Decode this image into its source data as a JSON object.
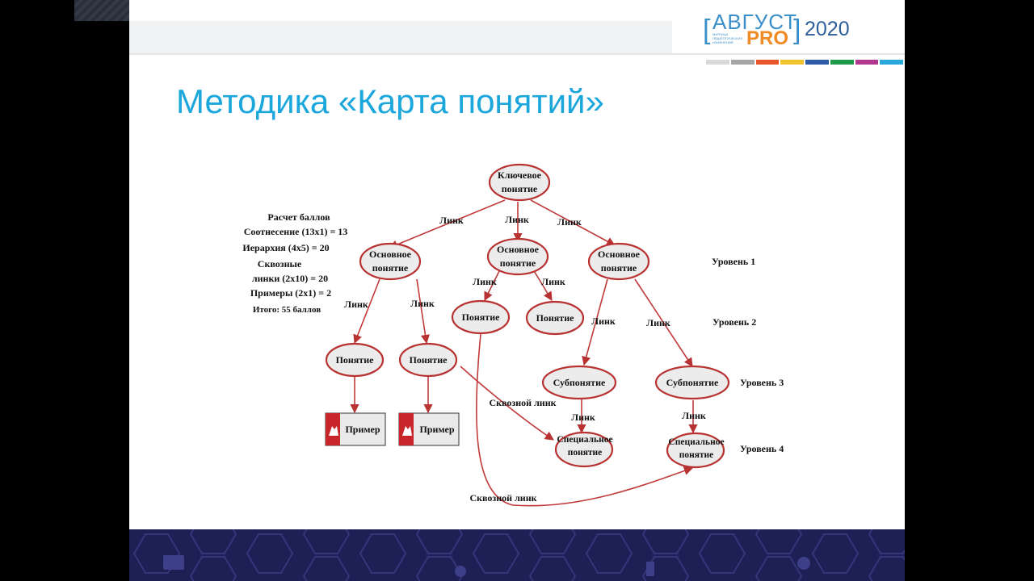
{
  "logo": {
    "line1": "АВГУСТ",
    "line2": "PRO",
    "year": "2020",
    "tagline": "МАТРИЦА ПЕДАГОГИЧЕСКИХ ИЗМЕНЕНИЙ"
  },
  "brand_colors": [
    "#d9d9d9",
    "#a6a6a6",
    "#e8562a",
    "#f2c12e",
    "#2f5aa8",
    "#1f9a4c",
    "#b2378f",
    "#2aa7dc"
  ],
  "slide": {
    "title": "Методика «Карта понятий»"
  },
  "scoring": {
    "lines": [
      "Расчет баллов",
      "Соотнесение (13x1) = 13",
      "Иерархия (4x5) = 20",
      "Сквозные",
      "линки (2x10) = 20",
      "Примеры (2x1) = 2"
    ],
    "total": "Итого: 55 баллов"
  },
  "levels": [
    "Уровень 1",
    "Уровень 2",
    "Уровень 3",
    "Уровень 4"
  ],
  "nodes": {
    "key": [
      "Ключевое",
      "понятие"
    ],
    "main": [
      "Основное",
      "понятие"
    ],
    "concept": "Понятие",
    "sub": "Субпонятие",
    "special": [
      "Специальное",
      "понятие"
    ],
    "example": "Пример"
  },
  "links": {
    "link": "Линк",
    "cross": "Сквозной линк"
  }
}
